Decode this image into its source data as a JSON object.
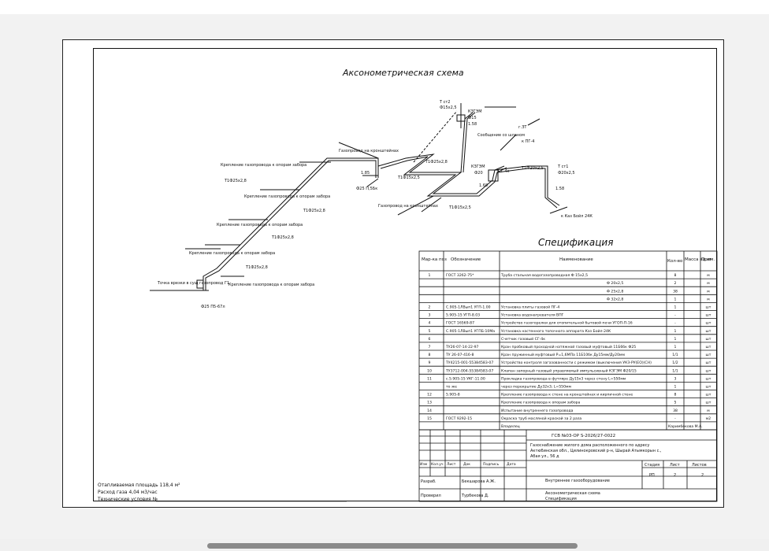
{
  "drawing": {
    "title": "Аксонометрическая схема",
    "labels": {
      "t_st2": "Т ст2",
      "t_st2_dim": "Ф15х2,5",
      "kzgem_top": "КЗГЭМ",
      "f15_top": "Ф15",
      "dim_158_top": "1.58",
      "chimney": "Сообщение со шланом",
      "pg4": "к ПГ-4",
      "zapr_t": "г.ЗТ",
      "gas_kronsht_top": "Газопровод на кронштейнах",
      "dim_185": "1.85",
      "d25_top": "Ф25 П,5Бк",
      "dim_t1": "Т1Ф25х2,8",
      "dim_t2": "Т1Ф25х2,8",
      "dim_t3": "Т1Ф25х2,8",
      "dim_t4": "Т1Ф25х2,8",
      "dim_t5": "Т1Ф25х2,8",
      "dim_t6": "Т1Ф15х2,5",
      "dim_t7": "Т1Ф15х2,5",
      "krep1": "Крепление газопровода к опорам забора",
      "krep2": "Крепление газопровода к опорам забора",
      "krep3": "Крепление газопровода к опорам забора",
      "krep4": "Крепление газопровода к опорам забора",
      "krep5": "Крепление газопровода к опорам забора",
      "tochka": "Точка врезки в сущ газопровод Г1",
      "d25_bottom": "Ф25 П5-67л",
      "gas_kronsht_bottom": "Газопровод на кронштейнах",
      "kzgem_mid": "КЗГЭМ",
      "f20": "Ф20",
      "sg4": "СГ-4к",
      "dim_168": "1.68",
      "t_st1": "Т ст1",
      "t_st1_dim": "Ф20х2,5",
      "t1f20": "Т1Ф20х2,5",
      "dim_158_right": "1.58",
      "boiler": "к Каз Бойл 24К"
    }
  },
  "spec": {
    "title": "Спецификация",
    "headers": [
      "Мар-ка поз",
      "Обозначение",
      "Наименование",
      "Кол-во",
      "Масса ед.кг",
      "Прим."
    ],
    "rows": [
      [
        "1",
        "ГОСТ 3262-75*",
        "Труба стальная водогазопроводная        Ф 15х2,5",
        "8",
        "м"
      ],
      [
        "",
        "",
        "Ф 20х2,5",
        "2",
        "м"
      ],
      [
        "",
        "",
        "Ф 25х2,8",
        "38",
        "м"
      ],
      [
        "",
        "",
        "Ф 32х2,8",
        "1",
        "м"
      ],
      [
        "2",
        "С.905-1ЛВып1 УГП-1.00",
        "Установка плиты газовой ПГ-4",
        "1",
        "шт"
      ],
      [
        "3",
        "5.905-15 УГП-8.03",
        "Установка водонагревателя ВПГ",
        "-",
        "шт"
      ],
      [
        "4",
        "ГОСТ 16569-87",
        "Устройство газогорелки для отопительной бытовой печи УГОП-П-16",
        "-",
        "шт"
      ],
      [
        "5",
        "С.905-1ЛВып1 УГПБ-10Ма",
        "Установка настенного топочного аппарата Каз Бойл-24К",
        "1",
        "шт"
      ],
      [
        "6",
        "",
        "Счетчик газовый СГ-4к",
        "1",
        "шт"
      ],
      [
        "7",
        "ТУ26-07-14-22-97",
        "Кран пробковый проходной натяжной газовый муфтовый 11Б6бк Ф25",
        "1",
        "шт"
      ],
      [
        "8",
        "ТУ 26-07-416-8",
        "Кран пружинный муфтовый Р=1,6МПа 11Б10бк Ду15мм/Ду20мм",
        "1/1",
        "шт"
      ],
      [
        "9",
        "ТУ4215-001-55384583-07",
        "Устройство контроля загазованности с режимом (выключения УКЗ-РУ(ЕО)(СН)",
        "1/2",
        "шт"
      ],
      [
        "10",
        "ТУ3712-004-55384583-07",
        "Клапан запорный газовый управляемый импульсивный КЗГЭМ Ф20/15",
        "1/1",
        "шт"
      ],
      [
        "11",
        "с.5.905-15 УКГ-11.00",
        "Прокладка газопровода в футляре Ду15х3 через стену L=550мм",
        "3",
        "шт"
      ],
      [
        "",
        "то же",
        "через перекрытие Ду32х3; L=550мм",
        "1",
        "шт"
      ],
      [
        "12",
        "5.905-8",
        "Крепление газопровода к стене на кронштейнах и кирпичной стене",
        "8",
        "шт"
      ],
      [
        "13",
        "",
        "Крепление газопровода к опорам забора",
        "5",
        "шт"
      ],
      [
        "14",
        "",
        "Испытание внутреннего газопровода",
        "38",
        "м"
      ],
      [
        "15",
        "ГОСТ 9292-15",
        "Окраска труб масляной краской за 2 раза",
        "-",
        "м2"
      ]
    ],
    "vladelec_label": "Владелец",
    "vladelec_name": "Каримбекова М.А."
  },
  "stamp": {
    "code": "ГСВ №03-ОР S-2026/27-0022",
    "desc_line1": "Газоснабжение жилого дома расположенного по адресу",
    "desc_line2": "Актюбинская обл., Цилинокровский р-н, Шырай Атымкорын с.,",
    "desc_line3": "Абая ул., 56 д",
    "cols": [
      "Изм",
      "Кол.уч",
      "Лист",
      "Док",
      "Подпись",
      "Дата"
    ],
    "razrab_label": "Разраб.",
    "razrab_name": "Бекшарова А.Ж.",
    "prover_label": "Проверил",
    "prover_name": "Турбекова Д.",
    "section": "Внутреннее газооборудование",
    "stadia_label": "Стадия",
    "list_label": "Лист",
    "listov_label": "Листов",
    "stadia": "РП",
    "list": "2",
    "listov": "2",
    "sheet_title1": "Аксонометрическая схема",
    "sheet_title2": "Спецификация"
  },
  "notes": {
    "area": "Отапливаемая площадь 118,4 м²",
    "gas": "Расход газа 4,04 м3/час",
    "tech": "Технические условия №"
  }
}
